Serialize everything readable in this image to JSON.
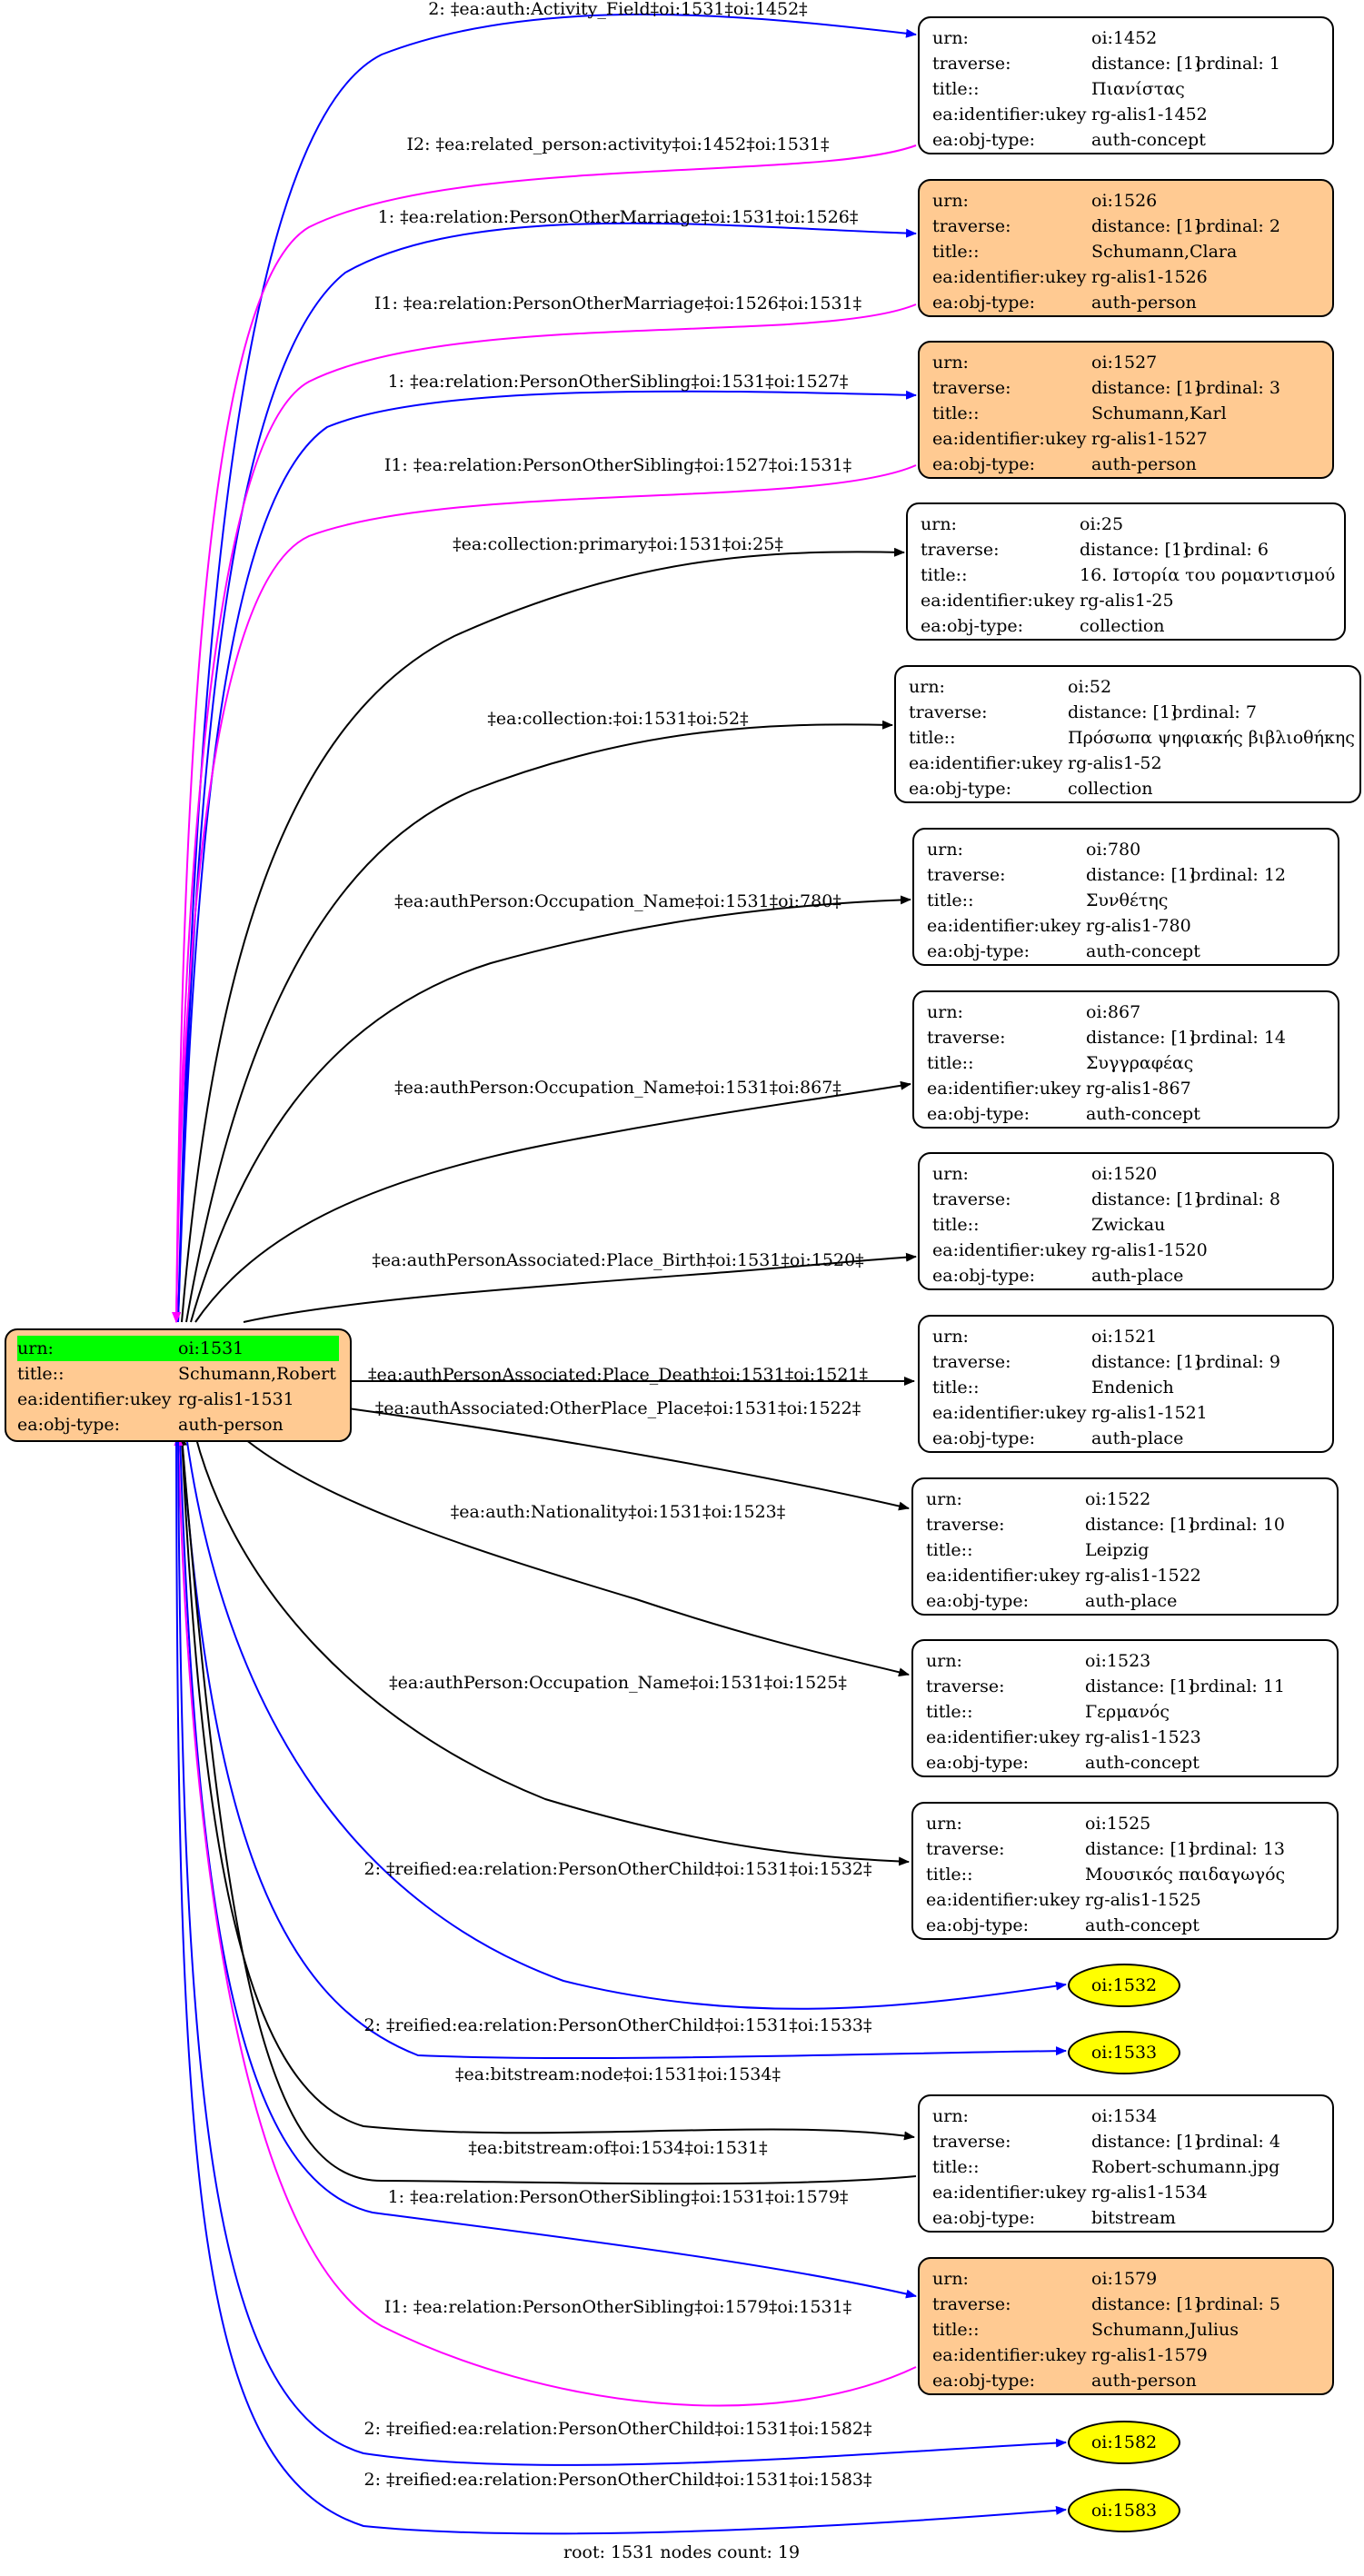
{
  "root": {
    "urn": "oi:1531",
    "title": "Schumann,Robert",
    "ukey": "rg-alis1-1531",
    "objtype": "auth-person",
    "k_urn": "urn:",
    "k_title": "title::",
    "k_ukey": "ea:identifier:ukey",
    "k_objtype": "ea:obj-type:"
  },
  "labels": {
    "urn": "urn:",
    "traverse": "traverse:",
    "title": "title::",
    "ukey": "ea:identifier:ukey",
    "objtype": "ea:obj-type:"
  },
  "nodes": [
    {
      "id": "n1452",
      "urn": "oi:1452",
      "distance": "distance: [1]",
      "ordinal": "ordinal: 1",
      "title": "Πιανίστας",
      "ukey": "rg-alis1-1452",
      "objtype": "auth-concept"
    },
    {
      "id": "n1526",
      "urn": "oi:1526",
      "distance": "distance: [1]",
      "ordinal": "ordinal: 2",
      "title": "Schumann,Clara",
      "ukey": "rg-alis1-1526",
      "objtype": "auth-person"
    },
    {
      "id": "n1527",
      "urn": "oi:1527",
      "distance": "distance: [1]",
      "ordinal": "ordinal: 3",
      "title": "Schumann,Karl",
      "ukey": "rg-alis1-1527",
      "objtype": "auth-person"
    },
    {
      "id": "n25",
      "urn": "oi:25",
      "distance": "distance: [1]",
      "ordinal": "ordinal: 6",
      "title": "16. Ιστορία του ρομαντισμού",
      "ukey": "rg-alis1-25",
      "objtype": "collection"
    },
    {
      "id": "n52",
      "urn": "oi:52",
      "distance": "distance: [1]",
      "ordinal": "ordinal: 7",
      "title": "Πρόσωπα ψηφιακής βιβλιοθήκης",
      "ukey": "rg-alis1-52",
      "objtype": "collection"
    },
    {
      "id": "n780",
      "urn": "oi:780",
      "distance": "distance: [1]",
      "ordinal": "ordinal: 12",
      "title": "Συνθέτης",
      "ukey": "rg-alis1-780",
      "objtype": "auth-concept"
    },
    {
      "id": "n867",
      "urn": "oi:867",
      "distance": "distance: [1]",
      "ordinal": "ordinal: 14",
      "title": "Συγγραφέας",
      "ukey": "rg-alis1-867",
      "objtype": "auth-concept"
    },
    {
      "id": "n1520",
      "urn": "oi:1520",
      "distance": "distance: [1]",
      "ordinal": "ordinal: 8",
      "title": "Zwickau",
      "ukey": "rg-alis1-1520",
      "objtype": "auth-place"
    },
    {
      "id": "n1521",
      "urn": "oi:1521",
      "distance": "distance: [1]",
      "ordinal": "ordinal: 9",
      "title": "Endenich",
      "ukey": "rg-alis1-1521",
      "objtype": "auth-place"
    },
    {
      "id": "n1522",
      "urn": "oi:1522",
      "distance": "distance: [1]",
      "ordinal": "ordinal: 10",
      "title": "Leipzig",
      "ukey": "rg-alis1-1522",
      "objtype": "auth-place"
    },
    {
      "id": "n1523",
      "urn": "oi:1523",
      "distance": "distance: [1]",
      "ordinal": "ordinal: 11",
      "title": "Γερμανός",
      "ukey": "rg-alis1-1523",
      "objtype": "auth-concept"
    },
    {
      "id": "n1525",
      "urn": "oi:1525",
      "distance": "distance: [1]",
      "ordinal": "ordinal: 13",
      "title": "Μουσικός παιδαγωγός",
      "ukey": "rg-alis1-1525",
      "objtype": "auth-concept"
    },
    {
      "id": "n1534",
      "urn": "oi:1534",
      "distance": "distance: [1]",
      "ordinal": "ordinal: 4",
      "title": "Robert-schumann.jpg",
      "ukey": "rg-alis1-1534",
      "objtype": "bitstream"
    },
    {
      "id": "n1579",
      "urn": "oi:1579",
      "distance": "distance: [1]",
      "ordinal": "ordinal: 5",
      "title": "Schumann,Julius",
      "ukey": "rg-alis1-1579",
      "objtype": "auth-person"
    }
  ],
  "ellipses": [
    {
      "id": "e1532",
      "label": "oi:1532"
    },
    {
      "id": "e1533",
      "label": "oi:1533"
    },
    {
      "id": "e1582",
      "label": "oi:1582"
    },
    {
      "id": "e1583",
      "label": "oi:1583"
    }
  ],
  "edge_labels": [
    {
      "id": "l1",
      "text": "2: ‡ea:auth:Activity_Field‡oi:1531‡oi:1452‡"
    },
    {
      "id": "l2",
      "text": "I2: ‡ea:related_person:activity‡oi:1452‡oi:1531‡"
    },
    {
      "id": "l3",
      "text": "1: ‡ea:relation:PersonOtherMarriage‡oi:1531‡oi:1526‡"
    },
    {
      "id": "l4",
      "text": "I1: ‡ea:relation:PersonOtherMarriage‡oi:1526‡oi:1531‡"
    },
    {
      "id": "l5",
      "text": "1: ‡ea:relation:PersonOtherSibling‡oi:1531‡oi:1527‡"
    },
    {
      "id": "l6",
      "text": "I1: ‡ea:relation:PersonOtherSibling‡oi:1527‡oi:1531‡"
    },
    {
      "id": "l7",
      "text": "‡ea:collection:primary‡oi:1531‡oi:25‡"
    },
    {
      "id": "l8",
      "text": "‡ea:collection:‡oi:1531‡oi:52‡"
    },
    {
      "id": "l9",
      "text": "‡ea:authPerson:Occupation_Name‡oi:1531‡oi:780‡"
    },
    {
      "id": "l10",
      "text": "‡ea:authPerson:Occupation_Name‡oi:1531‡oi:867‡"
    },
    {
      "id": "l11",
      "text": "‡ea:authPersonAssociated:Place_Birth‡oi:1531‡oi:1520‡"
    },
    {
      "id": "l12",
      "text": "‡ea:authPersonAssociated:Place_Death‡oi:1531‡oi:1521‡"
    },
    {
      "id": "l13",
      "text": "‡ea:authAssociated:OtherPlace_Place‡oi:1531‡oi:1522‡"
    },
    {
      "id": "l14",
      "text": "‡ea:auth:Nationality‡oi:1531‡oi:1523‡"
    },
    {
      "id": "l15",
      "text": "‡ea:authPerson:Occupation_Name‡oi:1531‡oi:1525‡"
    },
    {
      "id": "l16",
      "text": "2: ‡reified:ea:relation:PersonOtherChild‡oi:1531‡oi:1532‡"
    },
    {
      "id": "l17",
      "text": "2: ‡reified:ea:relation:PersonOtherChild‡oi:1531‡oi:1533‡"
    },
    {
      "id": "l18",
      "text": "‡ea:bitstream:node‡oi:1531‡oi:1534‡"
    },
    {
      "id": "l19",
      "text": "‡ea:bitstream:of‡oi:1534‡oi:1531‡"
    },
    {
      "id": "l20",
      "text": "1: ‡ea:relation:PersonOtherSibling‡oi:1531‡oi:1579‡"
    },
    {
      "id": "l21",
      "text": "I1: ‡ea:relation:PersonOtherSibling‡oi:1579‡oi:1531‡"
    },
    {
      "id": "l22",
      "text": "2: ‡reified:ea:relation:PersonOtherChild‡oi:1531‡oi:1582‡"
    },
    {
      "id": "l23",
      "text": "2: ‡reified:ea:relation:PersonOtherChild‡oi:1531‡oi:1583‡"
    }
  ],
  "footer": "root: 1531 nodes count: 19",
  "colors": {
    "person_fill": "#ffca92",
    "highlight": "#00ff00",
    "ellipse_fill": "#ffff00",
    "edge_blue": "#0000ff",
    "edge_magenta": "#ff00ff",
    "edge_black": "#000000"
  }
}
